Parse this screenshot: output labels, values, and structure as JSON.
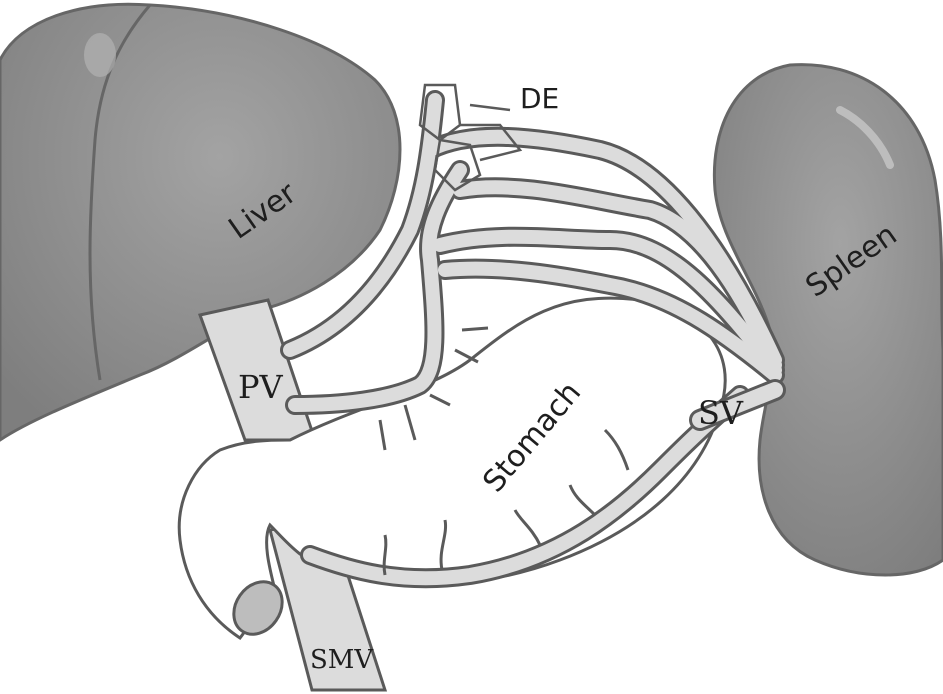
{
  "labels": {
    "liver": "Liver",
    "spleen": "Spleen",
    "stomach": "Stomach",
    "pv": "PV",
    "sv": "SV",
    "smv": "SMV",
    "de": "DE"
  },
  "colors": {
    "organ_fill": "#8f8f8f",
    "organ_dark": "#6b6b6b",
    "vessel_fill": "#dcdcdc",
    "vessel_outline": "#5a5a5a",
    "stomach_fill": "#ffffff"
  }
}
